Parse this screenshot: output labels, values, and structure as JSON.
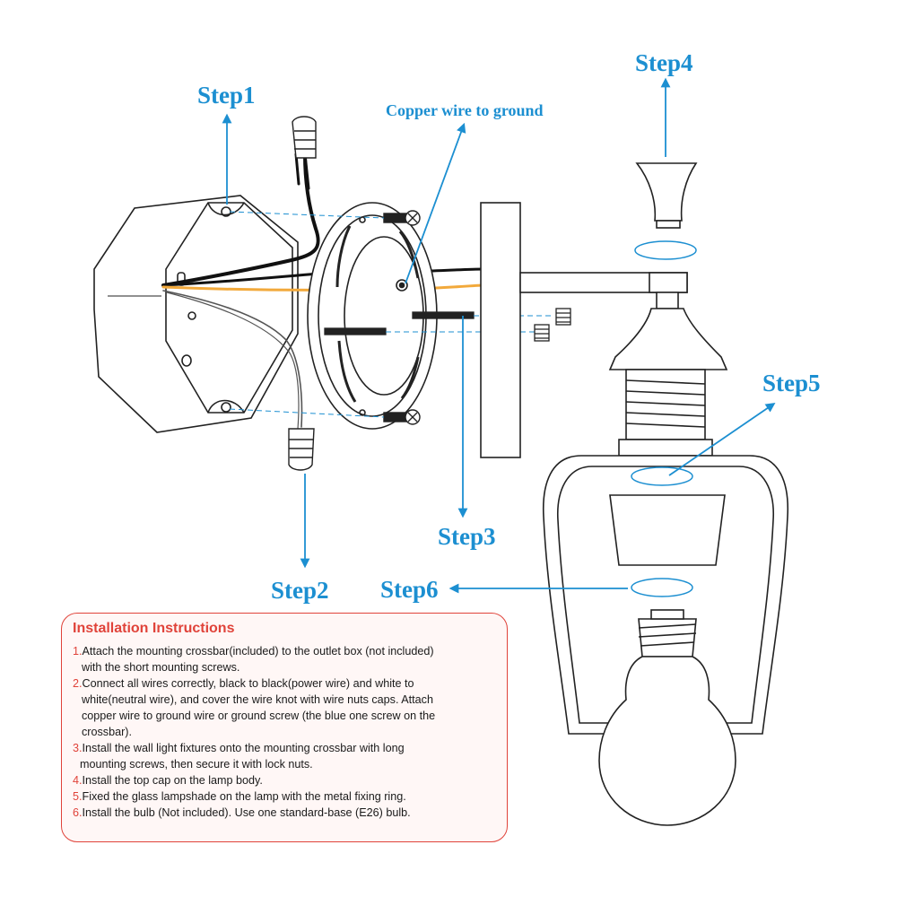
{
  "labels": {
    "step1": "Step1",
    "step2": "Step2",
    "step3": "Step3",
    "step4": "Step4",
    "step5": "Step5",
    "step6": "Step6",
    "copper": "Copper wire to ground"
  },
  "colors": {
    "accent_blue": "#1c8fd1",
    "accent_red": "#e0433a",
    "neutral_wire": "#f2a93b",
    "line": "#222222"
  },
  "instructions": {
    "title": "Installation Instructions",
    "items": [
      {
        "num": "1.",
        "lines": [
          "Attach the mounting crossbar(included) to the outlet box (not included)",
          "with the short mounting screws."
        ]
      },
      {
        "num": "2.",
        "lines": [
          "Connect all wires correctly, black to black(power wire) and white to",
          "white(neutral wire), and cover the wire knot with wire nuts caps. Attach",
          "copper wire to ground wire or ground screw (the blue one screw on the",
          "crossbar)."
        ]
      },
      {
        "num": "3.",
        "lines": [
          "Install the wall light fixtures onto the mounting crossbar with long",
          "mounting screws, then secure it with lock nuts."
        ]
      },
      {
        "num": "4.",
        "lines": [
          "Install the top cap on the lamp body."
        ]
      },
      {
        "num": "5.",
        "lines": [
          "Fixed the glass lampshade on the lamp with the metal fixing ring."
        ]
      },
      {
        "num": "6.",
        "lines": [
          "Install the bulb (Not included). Use one standard-base (E26) bulb."
        ]
      }
    ]
  }
}
